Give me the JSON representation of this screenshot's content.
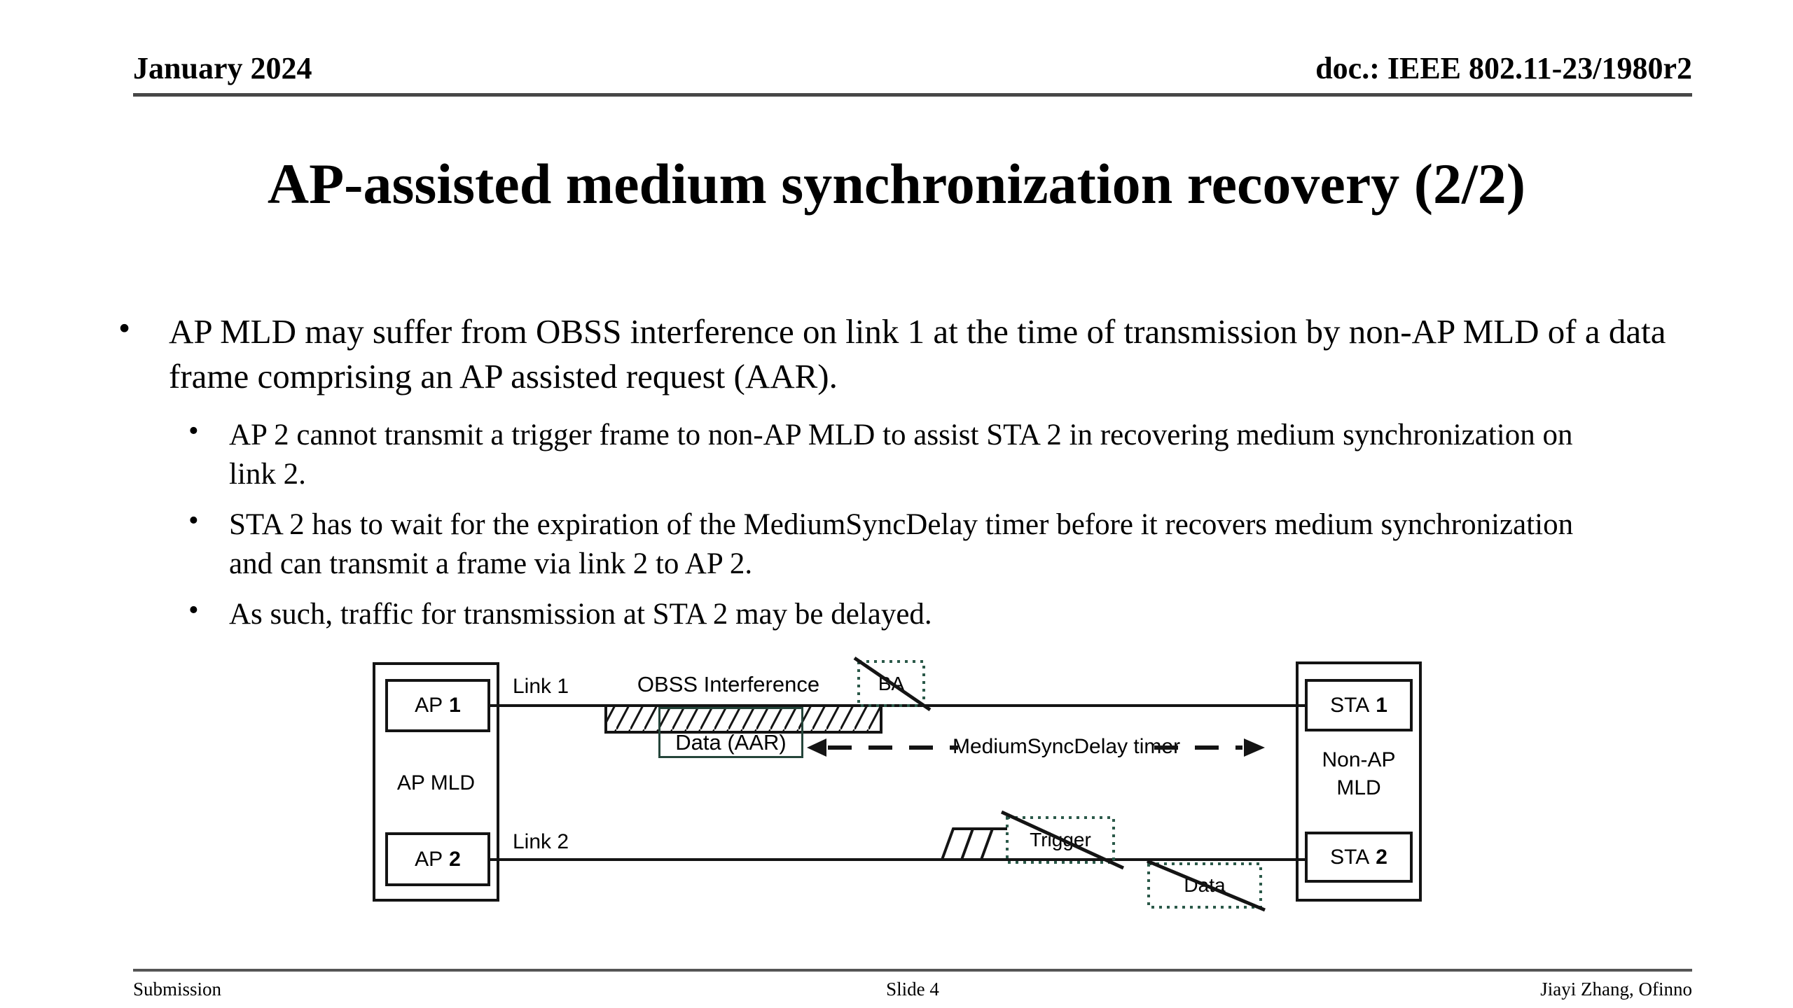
{
  "slide": {
    "header": {
      "date": "January 2024",
      "doc_number": "doc.: IEEE 802.11-23/1980r2"
    },
    "title": "AP-assisted medium synchronization recovery (2/2)",
    "bullets": {
      "marker": "•",
      "main": "AP MLD may suffer from OBSS interference on link 1 at the time of transmission by non-AP MLD of a data frame comprising an AP assisted request (AAR).",
      "subs": [
        "AP 2 cannot transmit a trigger frame to non-AP MLD to assist STA 2 in recovering medium synchronization on link 2.",
        "STA 2 has to wait for the expiration of the MediumSyncDelay timer before it recovers medium synchronization and can transmit a frame via link 2 to AP 2.",
        "As such, traffic for transmission at STA 2 may be delayed."
      ]
    },
    "footer": {
      "left": "Submission",
      "center": "Slide 4",
      "right": "Jiayi Zhang, Ofinno"
    }
  },
  "diagram": {
    "ap_mld": {
      "label": "AP MLD",
      "ap1_prefix": "AP",
      "ap1_num": "1",
      "ap2_prefix": "AP",
      "ap2_num": "2"
    },
    "non_ap_mld": {
      "line1": "Non-AP",
      "line2": "MLD",
      "sta1_prefix": "STA",
      "sta1_num": "1",
      "sta2_prefix": "STA",
      "sta2_num": "2"
    },
    "link1_label": "Link 1",
    "link2_label": "Link 2",
    "obss_label": "OBSS Interference",
    "data_aar_label": "Data (AAR)",
    "ba_label": "BA",
    "msd_label": "MediumSyncDelay timer",
    "trigger_label": "Trigger",
    "data_label": "Data",
    "colors": {
      "diagram_green": "#2b5949",
      "data_aar_border": "#24453a",
      "line_black": "#141414",
      "header_rule_gray": "#4a4a4a"
    }
  }
}
